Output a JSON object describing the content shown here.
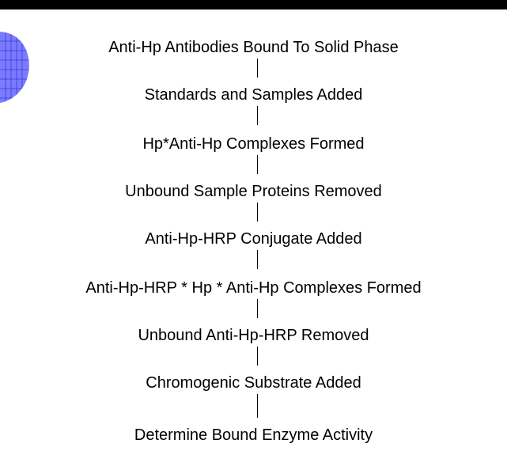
{
  "flow": {
    "steps": [
      "Anti-Hp Antibodies Bound To Solid Phase",
      "Standards and Samples Added",
      "Hp*Anti-Hp Complexes Formed",
      "Unbound Sample Proteins Removed",
      "Anti-Hp-HRP Conjugate Added",
      "Anti-Hp-HRP * Hp * Anti-Hp Complexes Formed",
      "Unbound Anti-Hp-HRP Removed",
      "Chromogenic Substrate Added",
      "Determine Bound Enzyme Activity"
    ]
  },
  "colors": {
    "decor_fill": "#7b7bff",
    "decor_grid": "#3a3ad8",
    "text": "#000000",
    "rule": "#000000"
  }
}
